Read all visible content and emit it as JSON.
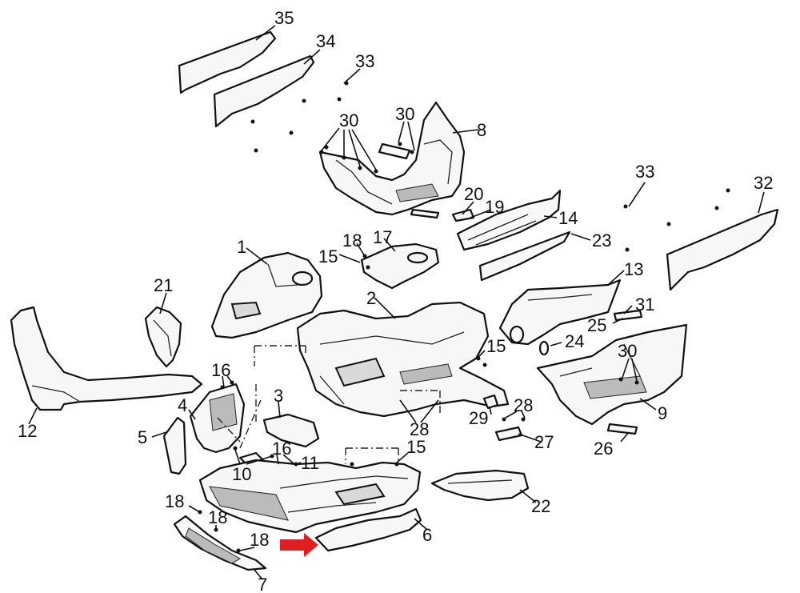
{
  "labels": {
    "l1": "1",
    "l2": "2",
    "l3": "3",
    "l4": "4",
    "l5": "5",
    "l6": "6",
    "l7": "7",
    "l8": "8",
    "l9": "9",
    "l10": "10",
    "l11": "11",
    "l12": "12",
    "l13": "13",
    "l14": "14",
    "l15a": "15",
    "l15b": "15",
    "l15c": "15",
    "l16a": "16",
    "l16b": "16",
    "l17": "17",
    "l18a": "18",
    "l18b": "18",
    "l18c": "18",
    "l18d": "18",
    "l19": "19",
    "l20": "20",
    "l21": "21",
    "l22": "22",
    "l23": "23",
    "l24": "24",
    "l25": "25",
    "l26": "26",
    "l27": "27",
    "l28a": "28",
    "l28b": "28",
    "l29": "29",
    "l30a": "30",
    "l30b": "30",
    "l30c": "30",
    "l31": "31",
    "l32": "32",
    "l33a": "33",
    "l33b": "33",
    "l34": "34",
    "l35": "35"
  },
  "colors": {
    "line": "#111111",
    "arrow": "#e02020",
    "background": "#ffffff"
  },
  "icons": {
    "indicator": "red-arrow-icon"
  }
}
